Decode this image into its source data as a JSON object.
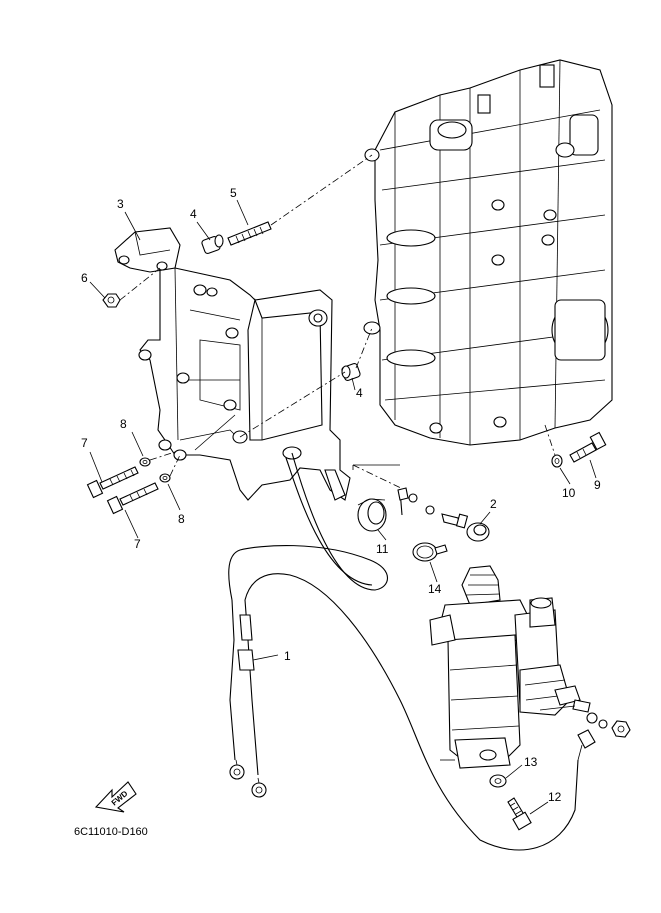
{
  "callouts": {
    "c1": "1",
    "c2": "2",
    "c3": "3",
    "c4a": "4",
    "c4b": "4",
    "c5": "5",
    "c6": "6",
    "c7a": "7",
    "c7b": "7",
    "c8a": "8",
    "c8b": "8",
    "c9": "9",
    "c10": "10",
    "c11": "11",
    "c12": "12",
    "c13": "13",
    "c14": "14"
  },
  "fwd_label": "FWD",
  "diagram_code": "6C11010-D160"
}
